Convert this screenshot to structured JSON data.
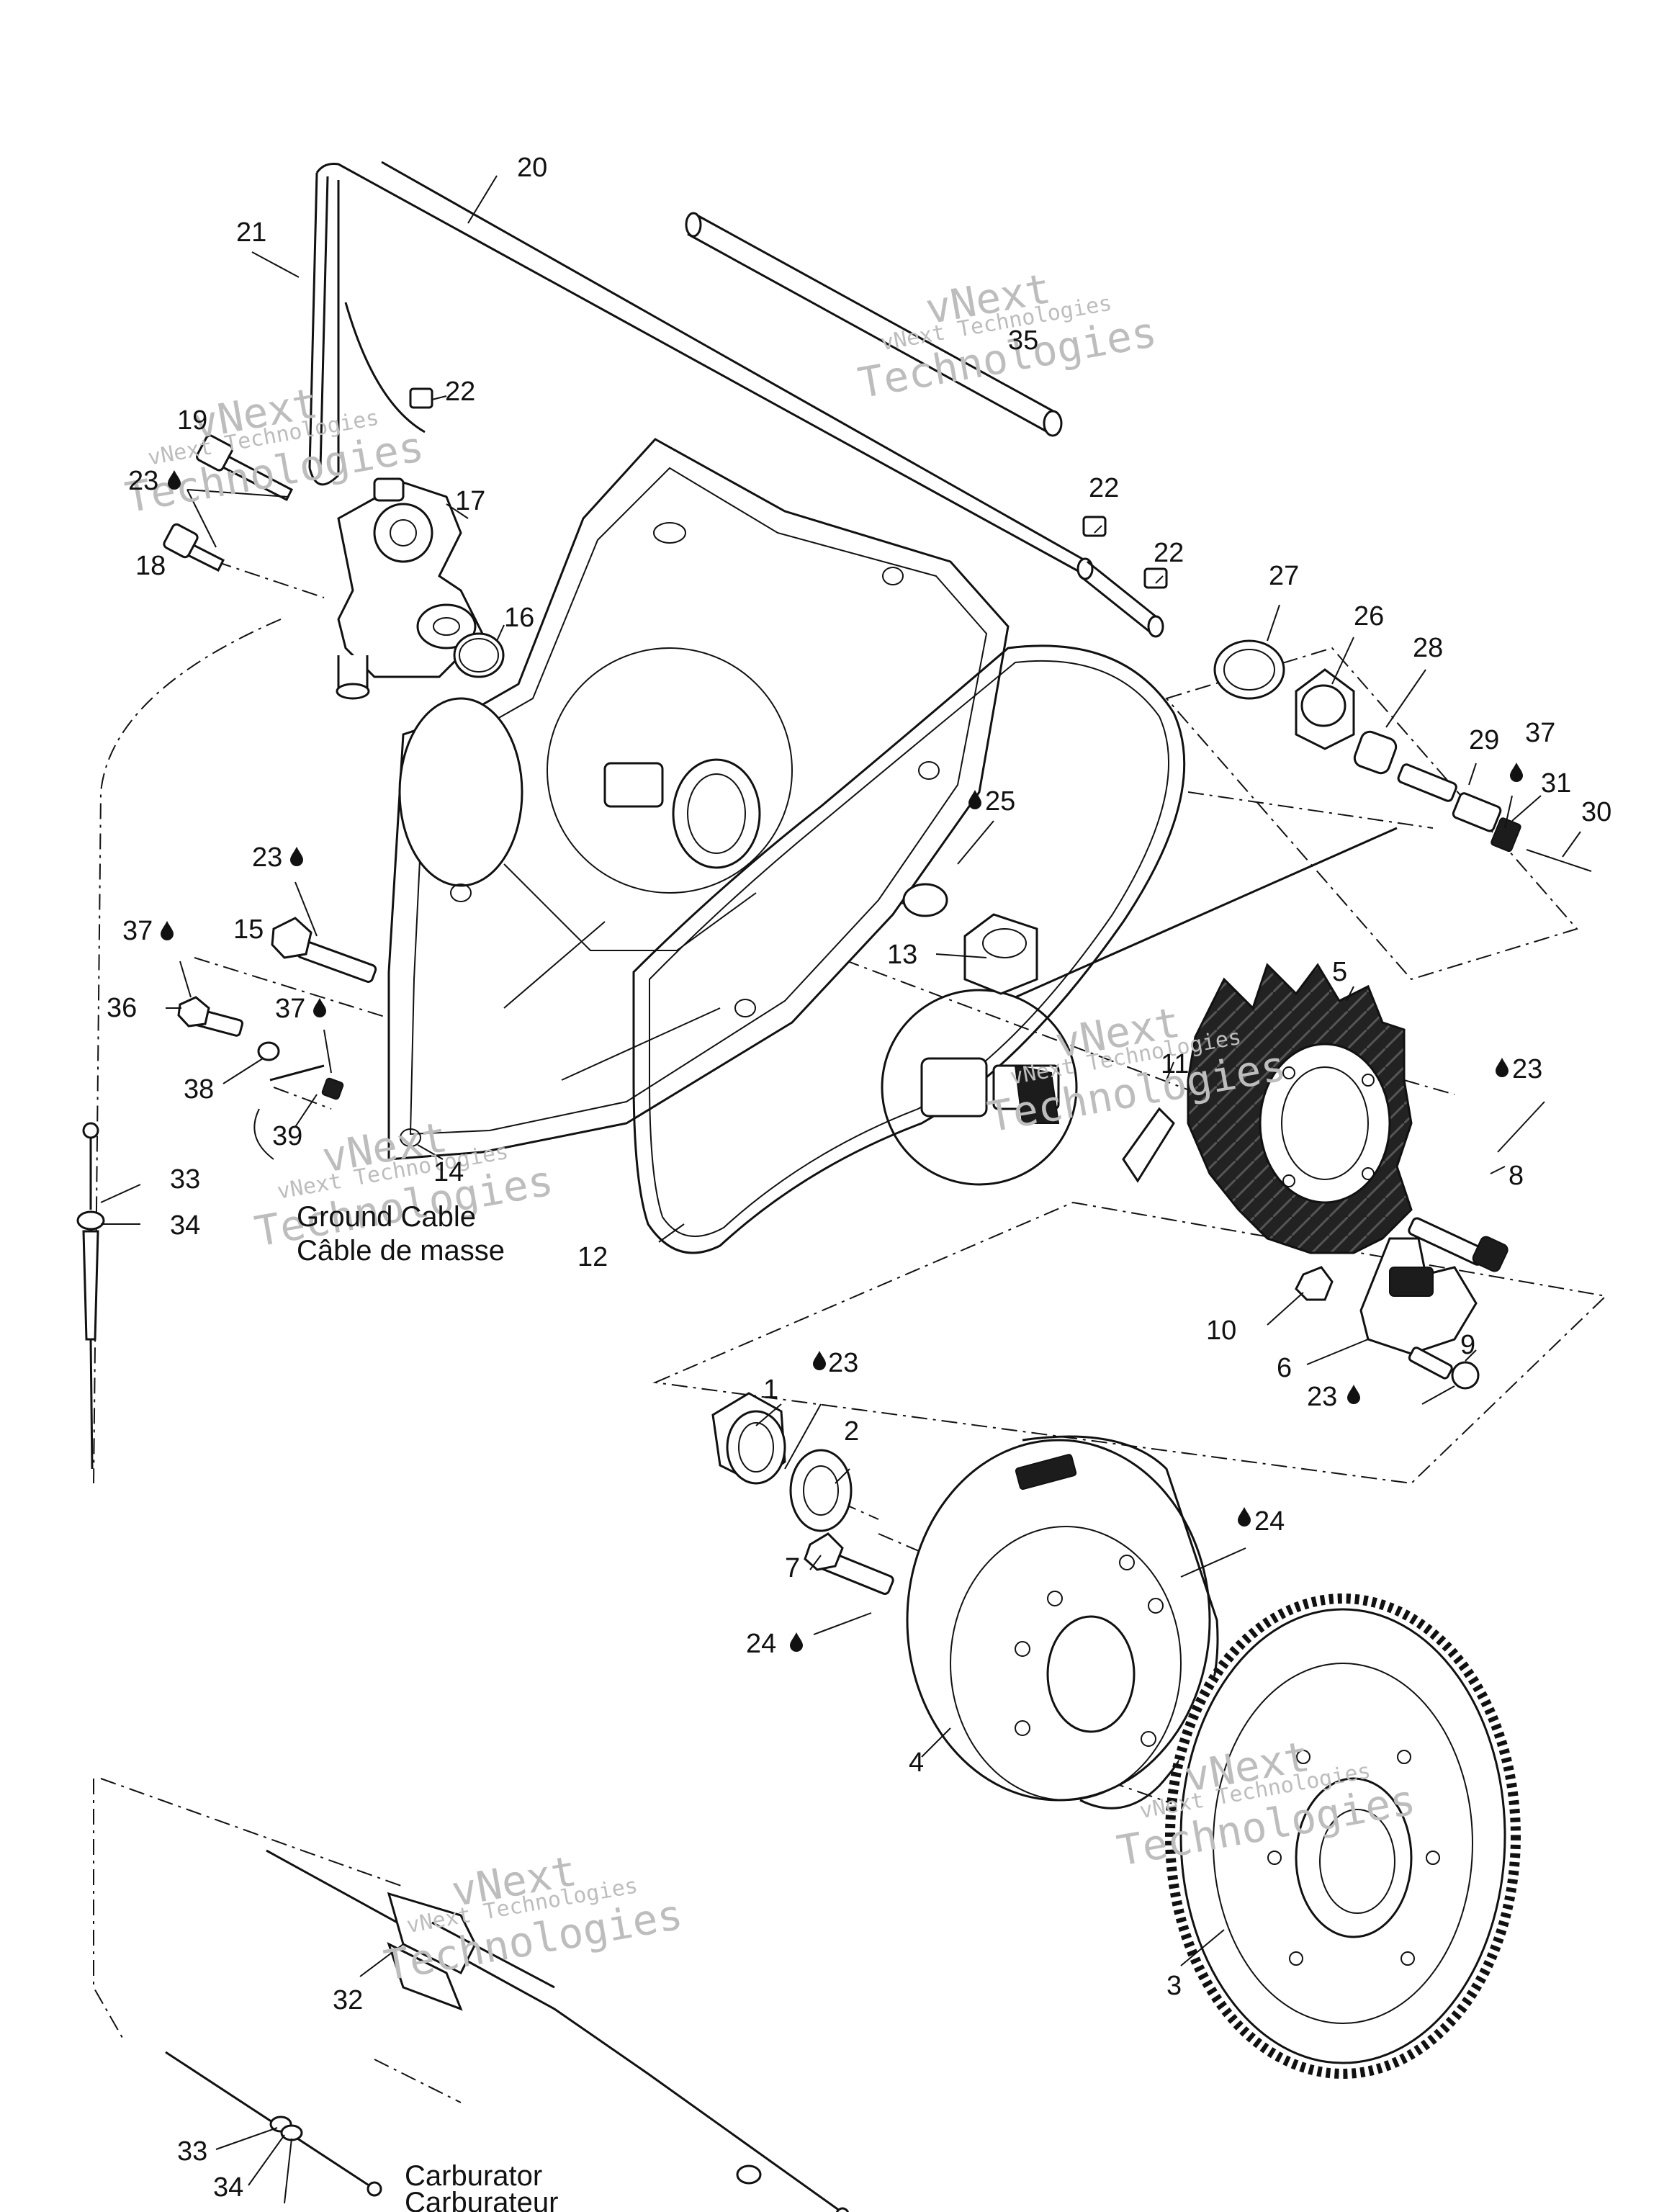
{
  "watermark": {
    "line1": "vNext Technologies",
    "line2": "vNext",
    "line3": "Technologies"
  },
  "captions": {
    "ground_en": "Ground Cable",
    "ground_fr": "Câble de masse",
    "carb_en": "Carburator",
    "carb_fr": "Carburateur"
  },
  "callouts": {
    "c1": "1",
    "c2": "2",
    "c3": "3",
    "c4": "4",
    "c5": "5",
    "c6": "6",
    "c7": "7",
    "c8": "8",
    "c9": "9",
    "c10": "10",
    "c11": "11",
    "c12": "12",
    "c13": "13",
    "c14": "14",
    "c15": "15",
    "c16": "16",
    "c17": "17",
    "c18": "18",
    "c19": "19",
    "c20": "20",
    "c21": "21",
    "c22a": "22",
    "c22b": "22",
    "c22c": "22",
    "c23a": "23",
    "c23b": "23",
    "c23c": "23",
    "c23d": "23",
    "c23e": "23",
    "c24a": "24",
    "c24b": "24",
    "c25": "25",
    "c26": "26",
    "c27": "27",
    "c28": "28",
    "c29": "29",
    "c30": "30",
    "c31": "31",
    "c32": "32",
    "c33a": "33",
    "c33b": "33",
    "c34a": "34",
    "c34b": "34",
    "c35": "35",
    "c36": "36",
    "c37a": "37",
    "c37b": "37",
    "c37c": "37",
    "c38": "38",
    "c39": "39"
  },
  "icons": {
    "lubricant": "oil-drop-icon"
  }
}
